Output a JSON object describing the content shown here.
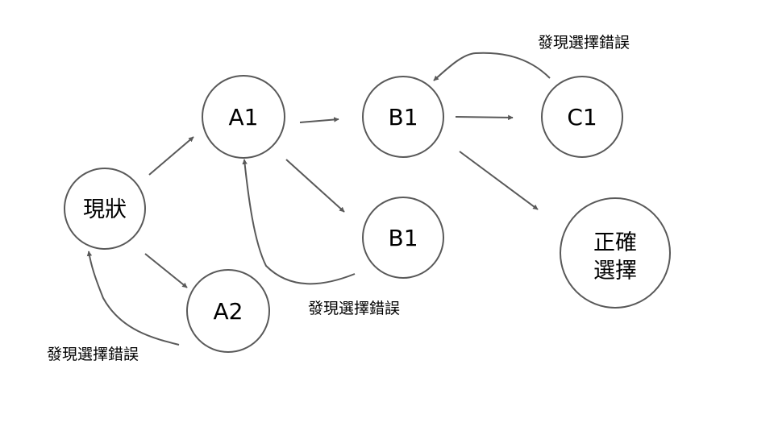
{
  "nodes": {
    "current": "現狀",
    "a1": "A1",
    "a2": "A2",
    "b1_top": "B1",
    "b1_bottom": "B1",
    "c1": "C1",
    "correct_line1": "正確",
    "correct_line2": "選擇"
  },
  "labels": {
    "wrong_choice_c1": "發現選擇錯誤",
    "wrong_choice_b1": "發現選擇錯誤",
    "wrong_choice_a2": "發現選擇錯誤"
  },
  "colors": {
    "stroke": "#595959",
    "text": "#000000",
    "background": "#ffffff"
  }
}
